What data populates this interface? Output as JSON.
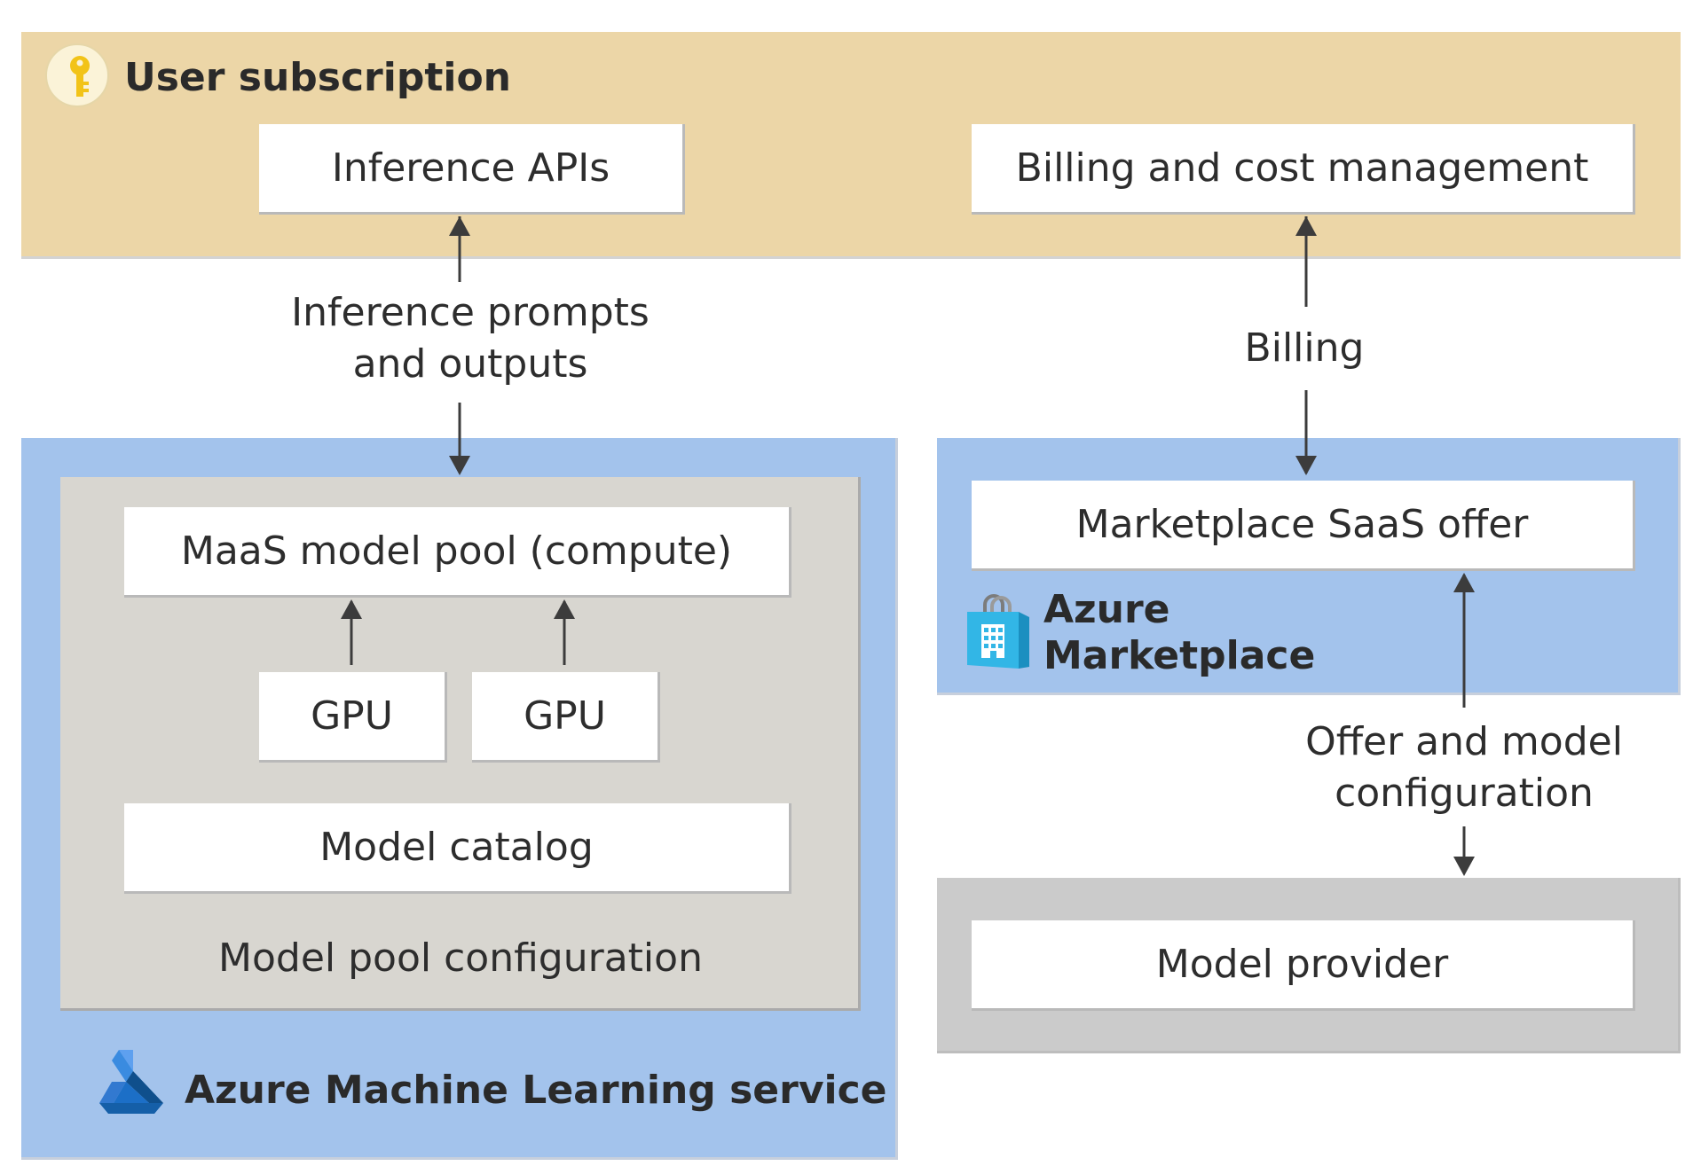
{
  "user_subscription": {
    "title": "User subscription",
    "icon": "key-icon",
    "inference_apis": "Inference APIs",
    "billing_cost": "Billing and cost management"
  },
  "flows": {
    "inference_line1": "Inference prompts",
    "inference_line2": "and outputs",
    "billing": "Billing",
    "offer_line1": "Offer and model",
    "offer_line2": "configuration"
  },
  "aml": {
    "title": "Azure Machine Learning service",
    "icon": "azure-ml-icon",
    "maas_pool": "MaaS model pool (compute)",
    "gpu_1": "GPU",
    "gpu_2": "GPU",
    "model_catalog": "Model catalog",
    "pool_config": "Model pool configuration"
  },
  "marketplace": {
    "title_line1": "Azure",
    "title_line2": "Marketplace",
    "icon": "marketplace-bag-icon",
    "saas_offer": "Marketplace SaaS offer"
  },
  "provider": {
    "label": "Model provider"
  },
  "colors": {
    "subscription_bg": "#ecd6a7",
    "azure_blue_bg": "#a3c3ec",
    "pool_bg": "#d8d6d0",
    "provider_bg": "#cbcbcb",
    "arrow": "#3c3c3c"
  }
}
